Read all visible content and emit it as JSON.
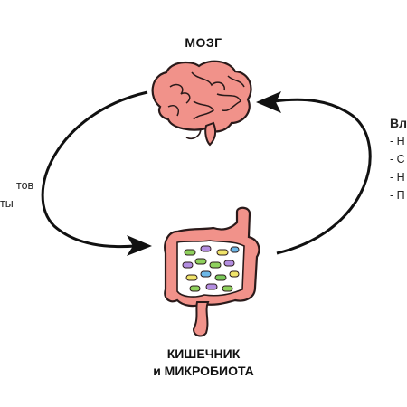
{
  "brain": {
    "label": "МОЗГ"
  },
  "gut": {
    "label_line1": "КИШЕЧНИК",
    "label_line2": "и МИКРОБИОТА"
  },
  "left_text": [
    "тов",
    "ты"
  ],
  "right_block": {
    "title": "Вл",
    "items": [
      "- Н",
      "- С",
      "- Н",
      "- П"
    ]
  },
  "colors": {
    "brain_fill": "#f1928a",
    "brain_stroke": "#2a1a1a",
    "gut_fill": "#f1928a",
    "arrow": "#111111",
    "bacteria": [
      "#8fd15d",
      "#b38de0",
      "#f0e46a",
      "#6db8e8",
      "#7ac95a"
    ]
  }
}
